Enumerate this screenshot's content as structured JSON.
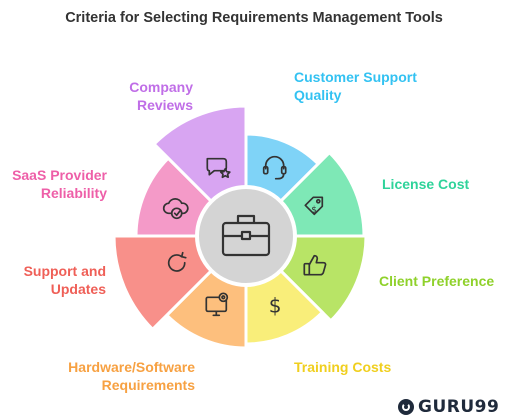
{
  "title": "Criteria for Selecting Requirements Management Tools",
  "center_icon": "briefcase-icon",
  "criteria": [
    {
      "key": "customer-support-quality",
      "label": "Customer Support Quality",
      "color": "#7fd3f7",
      "label_color": "#33c2f2",
      "icon": "headset-icon",
      "order": 1
    },
    {
      "key": "license-cost",
      "label": "License Cost",
      "color": "#7ee8b6",
      "label_color": "#2fd39a",
      "icon": "price-tag-icon",
      "order": 2
    },
    {
      "key": "client-preference",
      "label": "Client Preference",
      "color": "#b8e466",
      "label_color": "#8fd12b",
      "icon": "thumbs-up-icon",
      "order": 3
    },
    {
      "key": "training-costs",
      "label": "Training Costs",
      "color": "#f9ee7a",
      "label_color": "#f0cf1e",
      "icon": "dollar-icon",
      "order": 4
    },
    {
      "key": "hardware-software-requirements",
      "label": "Hardware/Software Requirements",
      "color": "#fdbf7d",
      "label_color": "#f7a142",
      "icon": "computer-settings-icon",
      "order": 5
    },
    {
      "key": "support-and-updates",
      "label": "Support and Updates",
      "color": "#f8908a",
      "label_color": "#ef5f57",
      "icon": "refresh-icon",
      "order": 6
    },
    {
      "key": "saas-provider-reliability",
      "label": "SaaS Provider Reliability",
      "color": "#f49ac8",
      "label_color": "#ee5fa8",
      "icon": "cloud-check-icon",
      "order": 7
    },
    {
      "key": "company-reviews",
      "label": "Company Reviews",
      "color": "#d8a5f2",
      "label_color": "#c06ee7",
      "icon": "review-chat-icon",
      "order": 8
    }
  ],
  "brand": {
    "name": "GURU99",
    "logo": "guru99-logo-icon"
  }
}
